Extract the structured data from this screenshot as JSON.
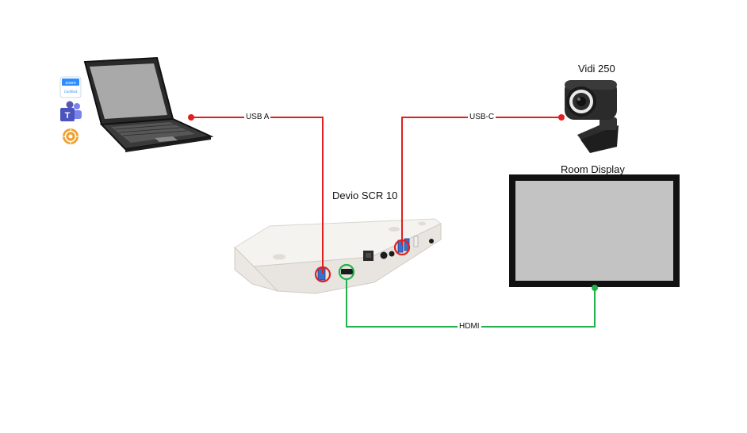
{
  "devices": {
    "laptop": {
      "name": ""
    },
    "camera": {
      "name": "Vidi 250"
    },
    "hub": {
      "name": "Devio SCR 10"
    },
    "display": {
      "name": "Room Display"
    }
  },
  "app_icons": [
    {
      "icon": "zoom-certified-icon",
      "text_top": "zoom",
      "text_bottom": "Certified",
      "color": "#2D8CFF"
    },
    {
      "icon": "microsoft-teams-icon",
      "color": "#5558AF"
    },
    {
      "icon": "bluejeans-icon",
      "color": "#F0A030"
    }
  ],
  "connections": [
    {
      "id": "usb-a",
      "label": "USB A",
      "from": "laptop",
      "to": "hub",
      "color": "#e02020"
    },
    {
      "id": "usb-c",
      "label": "USB-C",
      "from": "hub",
      "to": "camera",
      "color": "#e02020"
    },
    {
      "id": "hdmi",
      "label": "HDMI",
      "from": "hub",
      "to": "display",
      "color": "#22b14c"
    }
  ],
  "colors": {
    "usb": "#e02020",
    "hdmi": "#22b14c",
    "display_frame": "#111111",
    "display_screen": "#c3c3c3"
  }
}
